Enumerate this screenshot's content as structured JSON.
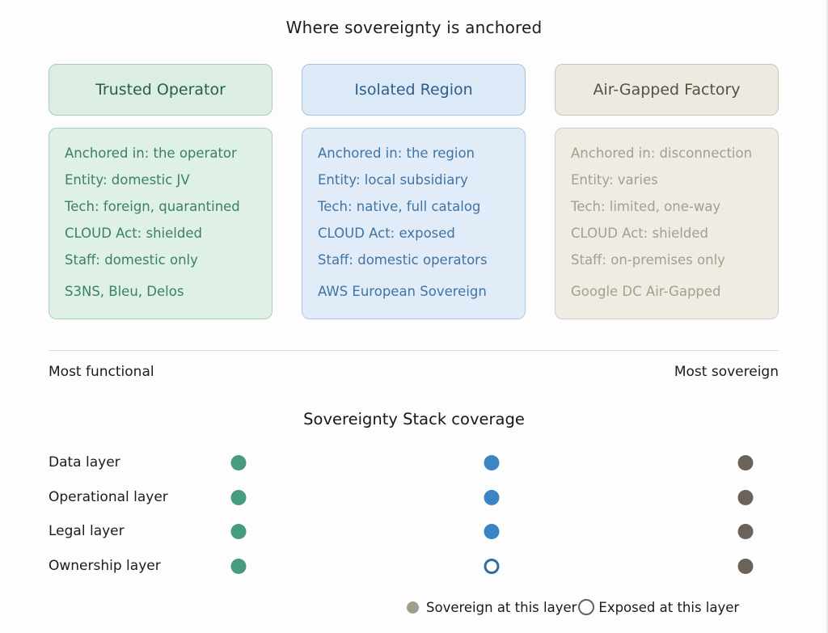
{
  "page": {
    "title": "Where sovereignty is anchored"
  },
  "columns": [
    {
      "title": "Trusted Operator",
      "attributes": [
        "Anchored in: the operator",
        "Entity: domestic JV",
        "Tech: foreign, quarantined",
        "CLOUD Act: shielded",
        "Staff: domestic only"
      ],
      "examples": "S3NS, Bleu, Delos",
      "colors": {
        "header_bg": "#dceee3",
        "border": "#a6cbb7",
        "title_text": "#256148",
        "body_text": "#3a8165",
        "dot": "#469c7d"
      }
    },
    {
      "title": "Isolated Region",
      "attributes": [
        "Anchored in: the region",
        "Entity: local subsidiary",
        "Tech: native, full catalog",
        "CLOUD Act: exposed",
        "Staff: domestic operators"
      ],
      "examples": "AWS European Sovereign",
      "colors": {
        "header_bg": "#dce9f6",
        "border": "#a7c3df",
        "title_text": "#2d5f8e",
        "body_text": "#3e74a6",
        "dot": "#3c85c5",
        "ring": "#2e6da4"
      }
    },
    {
      "title": "Air-Gapped Factory",
      "attributes": [
        "Anchored in: disconnection",
        "Entity: varies",
        "Tech: limited, one-way",
        "CLOUD Act: shielded",
        "Staff: on-premises only"
      ],
      "examples": "Google DC Air-Gapped",
      "colors": {
        "header_bg": "#eeeae1",
        "border": "#ccc5b4",
        "title_text": "#57513f",
        "body_text": "#a79e8c",
        "dot": "#6b635a"
      }
    }
  ],
  "axis": {
    "left_label": "Most functional",
    "right_label": "Most sovereign"
  },
  "stack": {
    "title": "Sovereignty Stack coverage",
    "rows": [
      {
        "label": "Data layer",
        "cells": [
          {
            "state": "filled",
            "color": "#469c7d"
          },
          {
            "state": "filled",
            "color": "#3c85c5"
          },
          {
            "state": "filled",
            "color": "#6b635a"
          }
        ]
      },
      {
        "label": "Operational layer",
        "cells": [
          {
            "state": "filled",
            "color": "#469c7d"
          },
          {
            "state": "filled",
            "color": "#3c85c5"
          },
          {
            "state": "filled",
            "color": "#6b635a"
          }
        ]
      },
      {
        "label": "Legal layer",
        "cells": [
          {
            "state": "filled",
            "color": "#469c7d"
          },
          {
            "state": "filled",
            "color": "#3c85c5"
          },
          {
            "state": "filled",
            "color": "#6b635a"
          }
        ]
      },
      {
        "label": "Ownership layer",
        "cells": [
          {
            "state": "filled",
            "color": "#469c7d"
          },
          {
            "state": "open",
            "color": "#2e6da4"
          },
          {
            "state": "filled",
            "color": "#6b635a"
          }
        ]
      }
    ],
    "legend": [
      {
        "state": "filled",
        "color": "#a49b8f",
        "label": "Sovereign at this layer"
      },
      {
        "state": "open",
        "color": "#63625f",
        "label": "Exposed at this layer"
      }
    ]
  }
}
